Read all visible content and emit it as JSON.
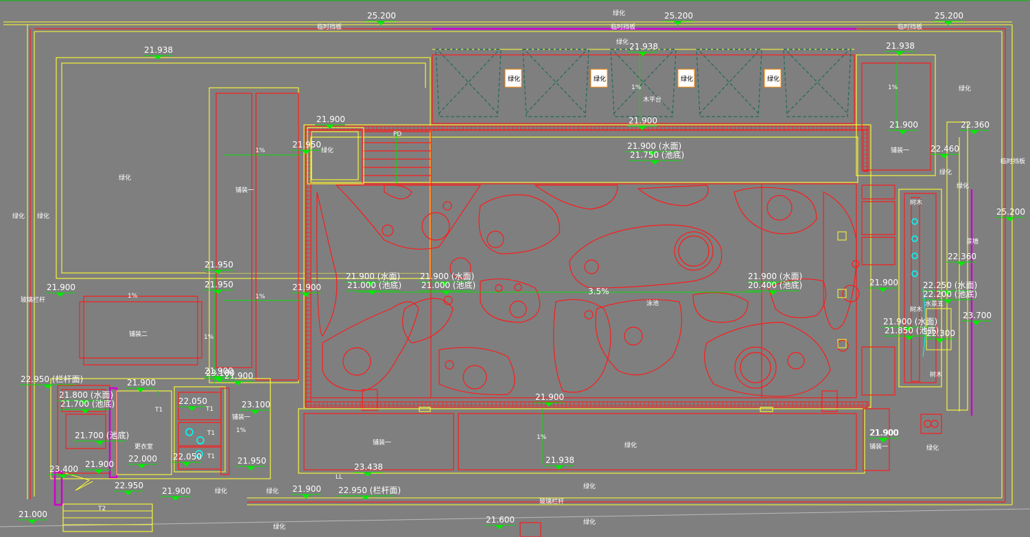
{
  "elevations": [
    {
      "text": "25.200"
    },
    {
      "text": "25.200"
    },
    {
      "text": "25.200"
    },
    {
      "text": "25.200"
    },
    {
      "text": "21.938"
    },
    {
      "text": "21.938"
    },
    {
      "text": "21.938"
    },
    {
      "text": "21.900"
    },
    {
      "text": "21.950"
    },
    {
      "text": "21.900"
    },
    {
      "text": "21.900 (水面)"
    },
    {
      "text": "21.750 (池底)"
    },
    {
      "text": "21.900"
    },
    {
      "text": "22.360"
    },
    {
      "text": "22.460"
    },
    {
      "text": "21.950"
    },
    {
      "text": "21.950"
    },
    {
      "text": "21.900"
    },
    {
      "text": "21.900"
    },
    {
      "text": "21.900 (水面)"
    },
    {
      "text": "21.000 (池底)"
    },
    {
      "text": "21.900 (水面)"
    },
    {
      "text": "21.000 (池底)"
    },
    {
      "text": "21.900 (水面)"
    },
    {
      "text": "20.400 (池底)"
    },
    {
      "text": "21.900"
    },
    {
      "text": "22.360"
    },
    {
      "text": "22.250 (水面)"
    },
    {
      "text": "22.200 (池底)"
    },
    {
      "text": "23.700"
    },
    {
      "text": "21.900 (水面)"
    },
    {
      "text": "21.850 (池底)"
    },
    {
      "text": "22.300"
    },
    {
      "text": "22.950 (栏杆面)"
    },
    {
      "text": "21.900"
    },
    {
      "text": "23.100"
    },
    {
      "text": "21.800 (水面)"
    },
    {
      "text": "21.700 (池底)"
    },
    {
      "text": "21.700 (池底)"
    },
    {
      "text": "22.050"
    },
    {
      "text": "23.100"
    },
    {
      "text": "21.900"
    },
    {
      "text": "21.900"
    },
    {
      "text": "22.000"
    },
    {
      "text": "22.050"
    },
    {
      "text": "21.950"
    },
    {
      "text": "23.400"
    },
    {
      "text": "21.900"
    },
    {
      "text": "22.950"
    },
    {
      "text": "21.900"
    },
    {
      "text": "21.900"
    },
    {
      "text": "22.950 (栏杆面)"
    },
    {
      "text": "23.438"
    },
    {
      "text": "21.900"
    },
    {
      "text": "21.938"
    },
    {
      "text": "21.900"
    },
    {
      "text": "21.000"
    },
    {
      "text": "21.600"
    },
    {
      "text": "21.900"
    }
  ],
  "labels": {
    "greenery": "绿化",
    "temp_fence": "临时挡板",
    "fence_railing": "玻璃栏杆",
    "pool": "泳池",
    "changing_room": "更衣室",
    "paving1": "铺装一",
    "paving2": "铺装二",
    "wood_platform": "木平台",
    "landscape_wall": "景墙",
    "water_feature": "水景五",
    "trees": "树木",
    "slope_1": "1%",
    "slope_35": "3.5%",
    "t1": "T1",
    "t2": "T2",
    "pd": "PD",
    "ll": "LL"
  }
}
